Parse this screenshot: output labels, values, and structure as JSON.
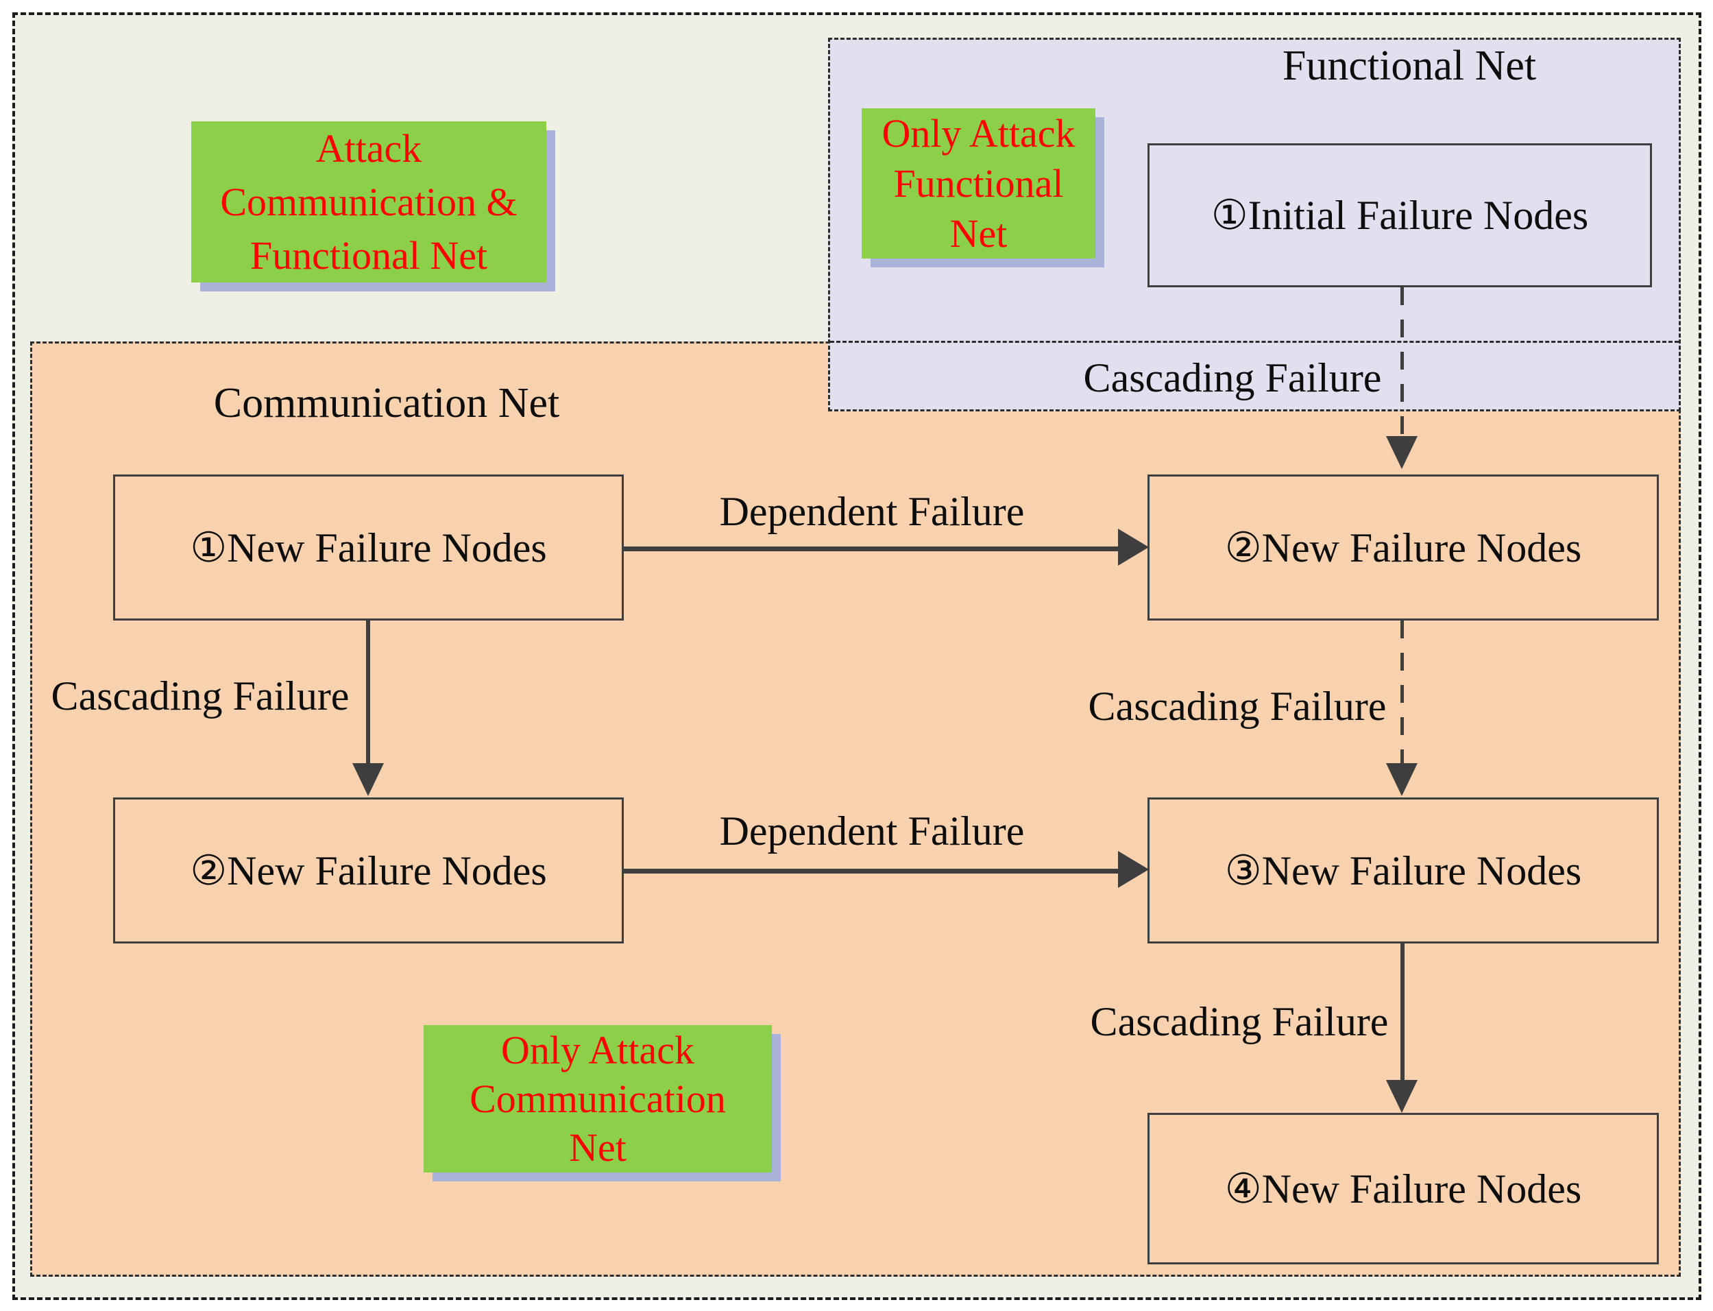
{
  "colors": {
    "canvas_bg": "#ffffff",
    "diagram_bg": "#eef0e6",
    "outer_border": "#1c1c1c",
    "region_border": "#2c2c2c",
    "functional_region_bg": "#e2dfee",
    "communication_region_bg": "#f8d2ae",
    "callout_bg": "#8cd04a",
    "callout_text": "#ff0000",
    "callout_shadow": "#a9b2d8",
    "line_color": "#3e3e3e",
    "text_color": "#0d0d0d"
  },
  "regions": {
    "functional": {
      "title": "Functional Net"
    },
    "communication": {
      "title": "Communication Net"
    }
  },
  "callouts": {
    "attack_both": {
      "lines": [
        "Attack",
        "Communication &",
        "Functional Net"
      ]
    },
    "only_functional": {
      "lines": [
        "Only Attack",
        "Functional",
        "Net"
      ]
    },
    "only_communication": {
      "lines": [
        "Only Attack",
        "Communication",
        "Net"
      ]
    }
  },
  "nodes": {
    "initial_failure": {
      "label": "①Initial Failure Nodes"
    },
    "comm_new_failure_1": {
      "label": "①New Failure Nodes"
    },
    "func_new_failure_2": {
      "label": "②New Failure Nodes"
    },
    "comm_new_failure_2": {
      "label": "②New Failure Nodes"
    },
    "func_new_failure_3": {
      "label": "③New Failure Nodes"
    },
    "func_new_failure_4": {
      "label": "④New Failure Nodes"
    }
  },
  "edge_labels": {
    "cascading_initial": "Cascading Failure",
    "dependent_row1": "Dependent Failure",
    "cascading_comm_left": "Cascading Failure",
    "cascading_func_middle": "Cascading Failure",
    "dependent_row2": "Dependent Failure",
    "cascading_func_bottom": "Cascading Failure"
  }
}
